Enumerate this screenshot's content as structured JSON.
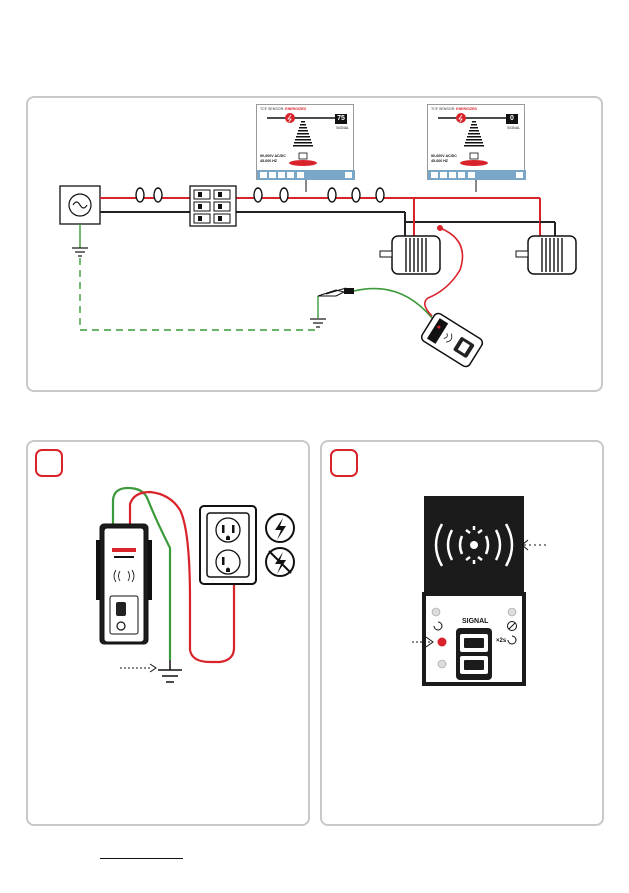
{
  "screens": [
    {
      "title": "TCF SENSOR:",
      "state": "ENERGIZED",
      "signal_value": "75",
      "signal_label": "SIGNAL",
      "line1": "90-600V AC/DC",
      "line2": "45-600 HZ"
    },
    {
      "title": "TCF SENSOR:",
      "state": "ENERGIZED",
      "signal_value": "0",
      "signal_label": "SIGNAL",
      "line1": "90-600V AC/DC",
      "line2": "45-600 HZ"
    }
  ],
  "device_panel": {
    "signal_label": "SIGNAL",
    "hold_label": "×2s"
  },
  "colors": {
    "accent": "#d8232a",
    "hot_wire": "#d8232a",
    "ground_wire": "#3b9a3b",
    "neutral": "#222222"
  },
  "icons": [
    "ac-source-icon",
    "breaker-panel-icon",
    "motor-icon",
    "alligator-clip-icon",
    "ground-symbol-icon",
    "outlet-icon",
    "energized-icon",
    "de-energized-icon",
    "tracer-device-icon",
    "home-icon",
    "help-icon",
    "sound-icon",
    "plus-icon",
    "minus-icon"
  ]
}
